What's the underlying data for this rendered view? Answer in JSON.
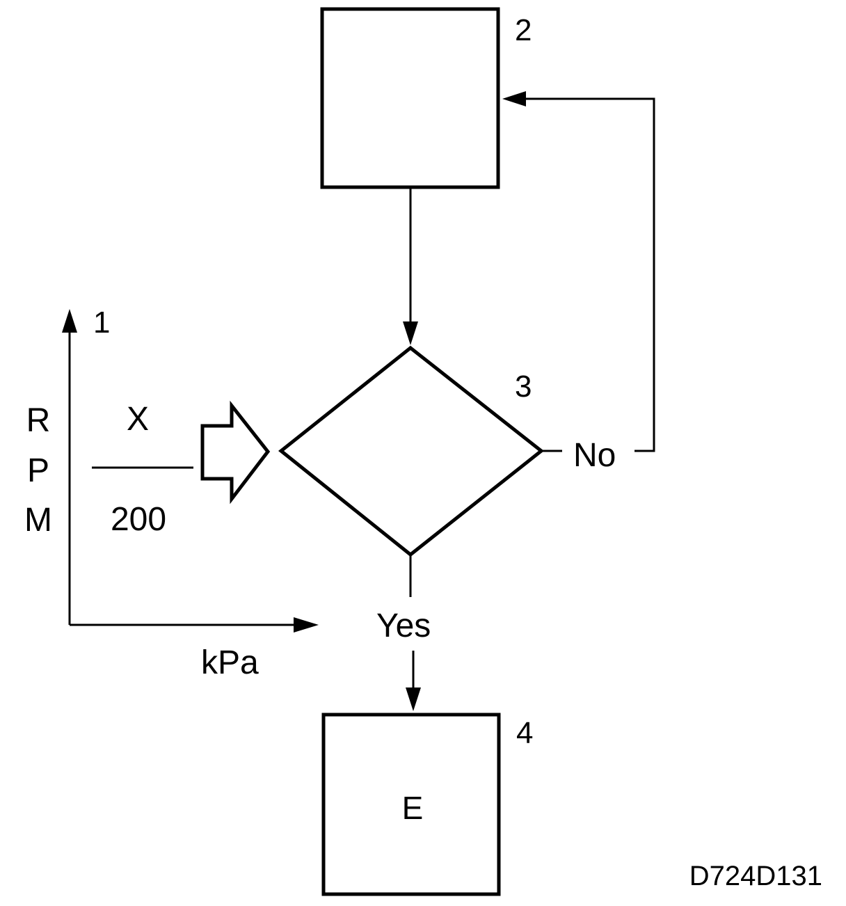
{
  "labels": {
    "ref_1": "1",
    "ref_2": "2",
    "ref_3": "3",
    "ref_4": "4",
    "axis_y_r": "R",
    "axis_y_p": "P",
    "axis_y_m": "M",
    "axis_x": "kPa",
    "ratio_numerator": "X",
    "ratio_denominator": "200",
    "branch_no": "No",
    "branch_yes": "Yes",
    "box_4_text": "E",
    "figure_id": "D724D131"
  },
  "colors": {
    "line": "#000000",
    "background": "#ffffff"
  }
}
